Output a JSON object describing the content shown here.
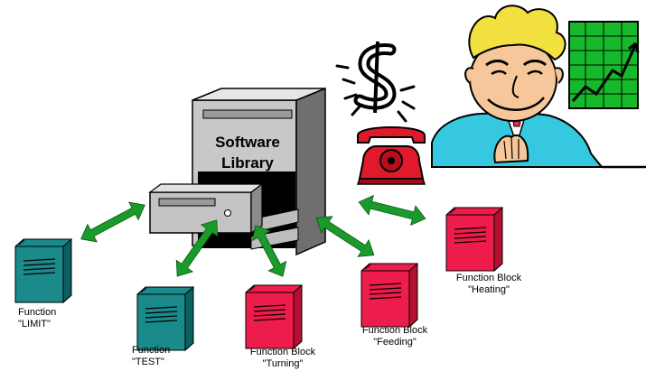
{
  "library": {
    "line1": "Software",
    "line2": "Library"
  },
  "blocks": [
    {
      "line1": "Function",
      "line2": "\"LIMIT\""
    },
    {
      "line1": "Function",
      "line2": "\"TEST\""
    },
    {
      "line1": "Function Block",
      "line2": "\"Turning\""
    },
    {
      "line1": "Function Block",
      "line2": "\"Feeding\""
    },
    {
      "line1": "Function Block",
      "line2": "\"Heating\""
    }
  ],
  "icons": [
    "server-cabinet-icon",
    "module-icon",
    "double-arrow-icon",
    "telephone-icon",
    "dollar-sign-icon",
    "businessman-icon",
    "growth-chart-icon"
  ],
  "colors": {
    "teal": "#1a8a8a",
    "red": "#ee1c4a",
    "arrow": "#1a9a2a",
    "chart": "#16b82c",
    "skin": "#f5c79a",
    "hair": "#f2e040",
    "shirt": "#35c8e0"
  }
}
